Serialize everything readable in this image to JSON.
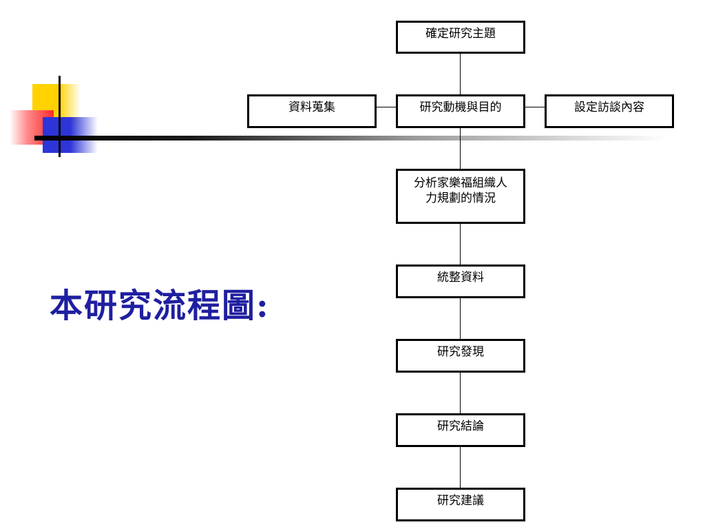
{
  "slide": {
    "title": "本研究流程圖:"
  },
  "flow": {
    "topic": "確定研究主題",
    "motivation": "研究動機與目的",
    "collect": "資料蒐集",
    "interview": "設定訪談內容",
    "analyze_line1": "分析家樂福組織人",
    "analyze_line2": "力規劃的情況",
    "integrate": "統整資料",
    "findings": "研究發現",
    "conclusion": "研究結論",
    "suggestion": "研究建議"
  },
  "colors": {
    "title": "#1f1fa0",
    "box_border": "#000000",
    "deco_yellow": "#ffd200",
    "deco_red": "#ff2a2a",
    "deco_blue": "#2d35d8"
  }
}
